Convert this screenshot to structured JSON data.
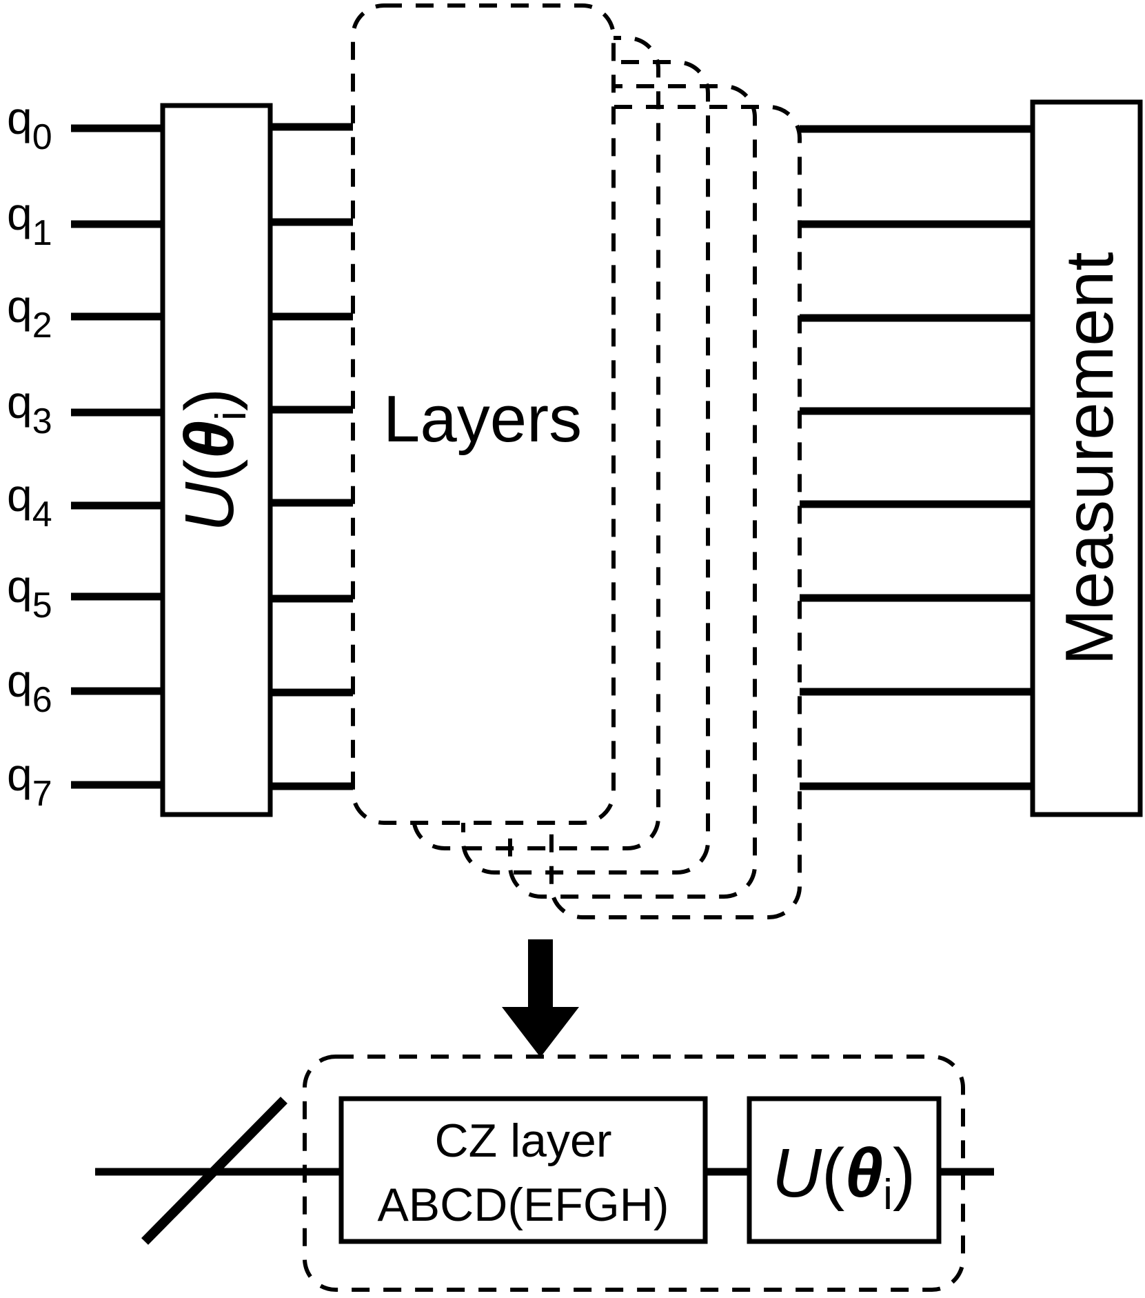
{
  "qubits": [
    {
      "name": "q",
      "index": "0"
    },
    {
      "name": "q",
      "index": "1"
    },
    {
      "name": "q",
      "index": "2"
    },
    {
      "name": "q",
      "index": "3"
    },
    {
      "name": "q",
      "index": "4"
    },
    {
      "name": "q",
      "index": "5"
    },
    {
      "name": "q",
      "index": "6"
    },
    {
      "name": "q",
      "index": "7"
    }
  ],
  "gate_U": {
    "prefix": "U",
    "open": "(",
    "theta": "θ",
    "sub": "i",
    "close": ")"
  },
  "layers_label": "Layers",
  "measurement_label": "Measurement",
  "detail": {
    "cz_line1": "CZ layer",
    "cz_line2": "ABCD(EFGH)"
  },
  "colors": {
    "ink": "#000000",
    "background": "#ffffff"
  }
}
